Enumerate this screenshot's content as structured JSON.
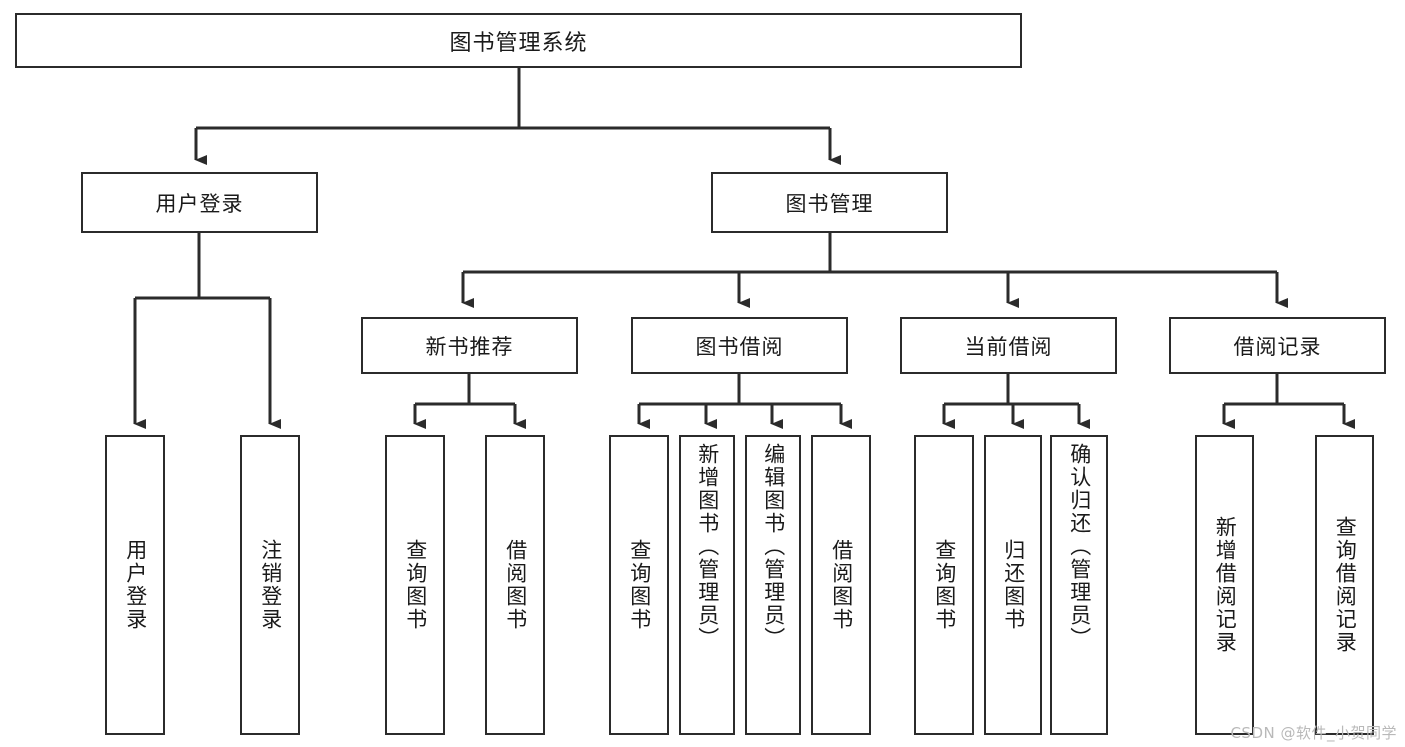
{
  "diagram": {
    "type": "tree",
    "title": "图书管理系统",
    "watermark": "CSDN @软件_小贺同学",
    "colors": {
      "stroke": "#2b2b2b",
      "background": "#ffffff",
      "text": "#1a1a1a",
      "watermark": "#b9b9b9"
    },
    "root": {
      "label": "图书管理系统"
    },
    "level2": [
      {
        "label": "用户登录"
      },
      {
        "label": "图书管理"
      }
    ],
    "level3": [
      {
        "label": "新书推荐"
      },
      {
        "label": "图书借阅"
      },
      {
        "label": "当前借阅"
      },
      {
        "label": "借阅记录"
      }
    ],
    "leaves": [
      {
        "label": "用户登录",
        "parent": "用户登录",
        "align": "mid"
      },
      {
        "label": "注销登录",
        "parent": "用户登录",
        "align": "mid"
      },
      {
        "label": "查询图书",
        "parent": "新书推荐",
        "align": "mid"
      },
      {
        "label": "借阅图书",
        "parent": "新书推荐",
        "align": "mid"
      },
      {
        "label": "查询图书",
        "parent": "图书借阅",
        "align": "mid"
      },
      {
        "label": "新增图书（管理员）",
        "parent": "图书借阅",
        "align": "top"
      },
      {
        "label": "编辑图书（管理员）",
        "parent": "图书借阅",
        "align": "top"
      },
      {
        "label": "借阅图书",
        "parent": "图书借阅",
        "align": "mid"
      },
      {
        "label": "查询图书",
        "parent": "当前借阅",
        "align": "mid"
      },
      {
        "label": "归还图书",
        "parent": "当前借阅",
        "align": "mid"
      },
      {
        "label": "确认归还（管理员）",
        "parent": "当前借阅",
        "align": "top"
      },
      {
        "label": "新增借阅记录",
        "parent": "借阅记录",
        "align": "mid"
      },
      {
        "label": "查询借阅记录",
        "parent": "借阅记录",
        "align": "mid"
      }
    ]
  }
}
